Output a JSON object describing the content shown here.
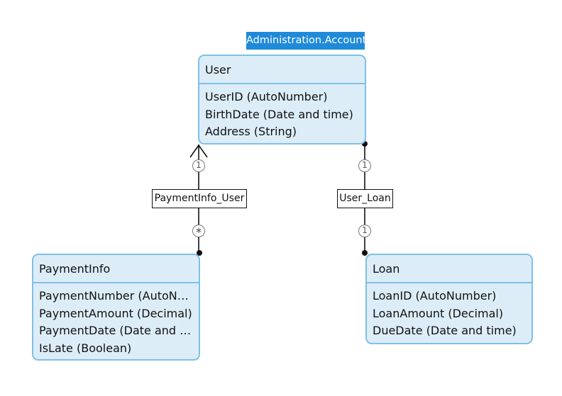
{
  "generalization": {
    "label": "Administration.Account"
  },
  "entities": {
    "user": {
      "title": "User",
      "attributes": [
        "UserID (AutoNumber)",
        "BirthDate (Date and time)",
        "Address (String)"
      ]
    },
    "payment_info": {
      "title": "PaymentInfo",
      "attributes": [
        "PaymentNumber (AutoNu…",
        "PaymentAmount (Decimal)",
        "PaymentDate (Date and ti…",
        "IsLate (Boolean)"
      ]
    },
    "loan": {
      "title": "Loan",
      "attributes": [
        "LoanID (AutoNumber)",
        "LoanAmount (Decimal)",
        "DueDate (Date and time)"
      ]
    }
  },
  "associations": {
    "payment_info_user": {
      "label": "PaymentInfo_User",
      "mult_user": "1",
      "mult_payment": "∗"
    },
    "user_loan": {
      "label": "User_Loan",
      "mult_user": "1",
      "mult_loan": "1"
    }
  },
  "colors": {
    "entity_fill": "#dcedf8",
    "entity_border": "#7ec0e8",
    "tag_fill": "#1f8ad9",
    "line": "#111111"
  }
}
